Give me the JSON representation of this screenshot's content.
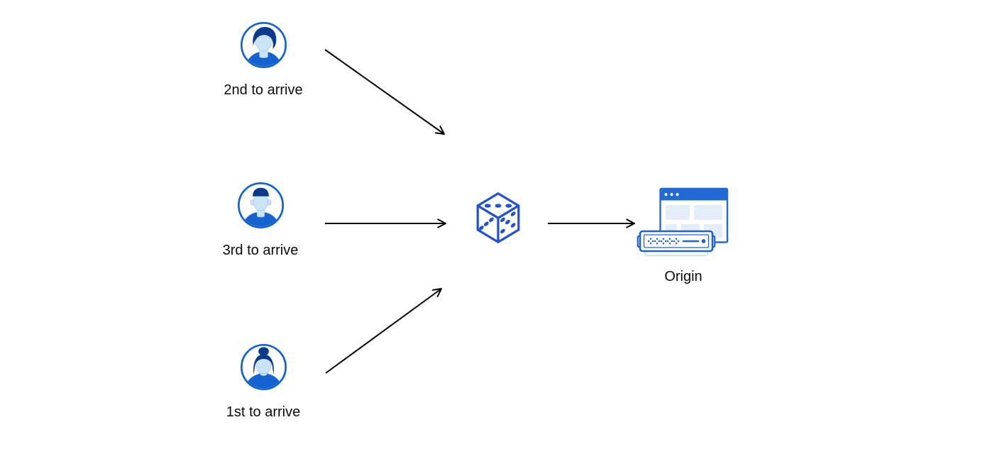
{
  "diagram": {
    "nodes": [
      {
        "id": "visitor-2nd",
        "label": "2nd to arrive",
        "icon": "person-avatar-icon"
      },
      {
        "id": "visitor-3rd",
        "label": "3rd to arrive",
        "icon": "person-avatar-icon"
      },
      {
        "id": "visitor-1st",
        "label": "1st to arrive",
        "icon": "person-avatar-icon"
      },
      {
        "id": "random-selector",
        "label": "",
        "icon": "dice-icon"
      },
      {
        "id": "origin",
        "label": "Origin",
        "icon": "origin-server-icon"
      }
    ],
    "connections": [
      {
        "from": "visitor-2nd",
        "to": "random-selector"
      },
      {
        "from": "visitor-3rd",
        "to": "random-selector"
      },
      {
        "from": "visitor-1st",
        "to": "random-selector"
      },
      {
        "from": "random-selector",
        "to": "origin"
      }
    ],
    "colors": {
      "icon_border_blue": "#0f62d6",
      "hair_dark_navy": "#0c3a8b",
      "face_light_blue": "#cbe3f6",
      "shirt_blue": "#1463cf",
      "dice_blue": "#2351d3",
      "browser_bar_blue": "#2268d8",
      "panel_light_blue": "#e4eef9",
      "server_shadow_blue": "#cfe4f6",
      "arrow_black": "#000000",
      "label_text": "#0b0c0e"
    }
  }
}
